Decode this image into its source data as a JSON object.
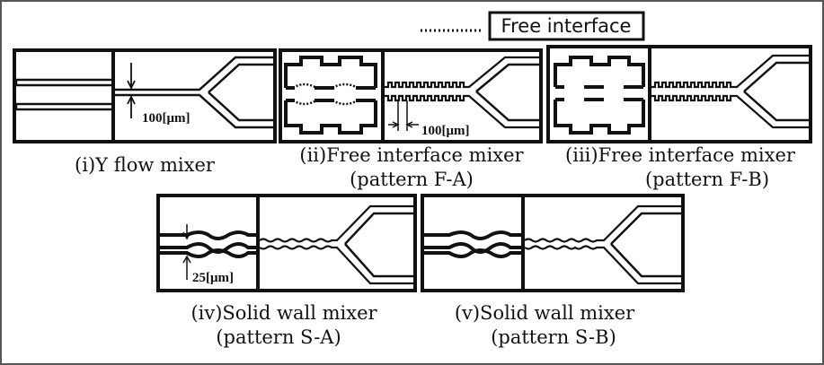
{
  "legend": {
    "free_interface_label": "Free interface"
  },
  "panels": [
    {
      "id": "y-flow",
      "caption_line1": "(i)Y flow mixer",
      "caption_line2": "",
      "dimension_label": "100[μm]"
    },
    {
      "id": "free-interface-a",
      "caption_line1": "(ii)Free interface mixer",
      "caption_line2": "(pattern F-A)",
      "dimension_label": "100[μm]"
    },
    {
      "id": "free-interface-b",
      "caption_line1": "(iii)Free interface mixer",
      "caption_line2": "(pattern F-B)",
      "dimension_label": ""
    },
    {
      "id": "solid-wall-a",
      "caption_line1": "(iv)Solid wall mixer",
      "caption_line2": "(pattern S-A)",
      "dimension_label": "25[μm]"
    },
    {
      "id": "solid-wall-b",
      "caption_line1": "(v)Solid wall mixer",
      "caption_line2": "(pattern S-B)",
      "dimension_label": ""
    }
  ],
  "colors": {
    "stroke": "#111111",
    "background": "#ffffff",
    "frame": "#555555"
  }
}
